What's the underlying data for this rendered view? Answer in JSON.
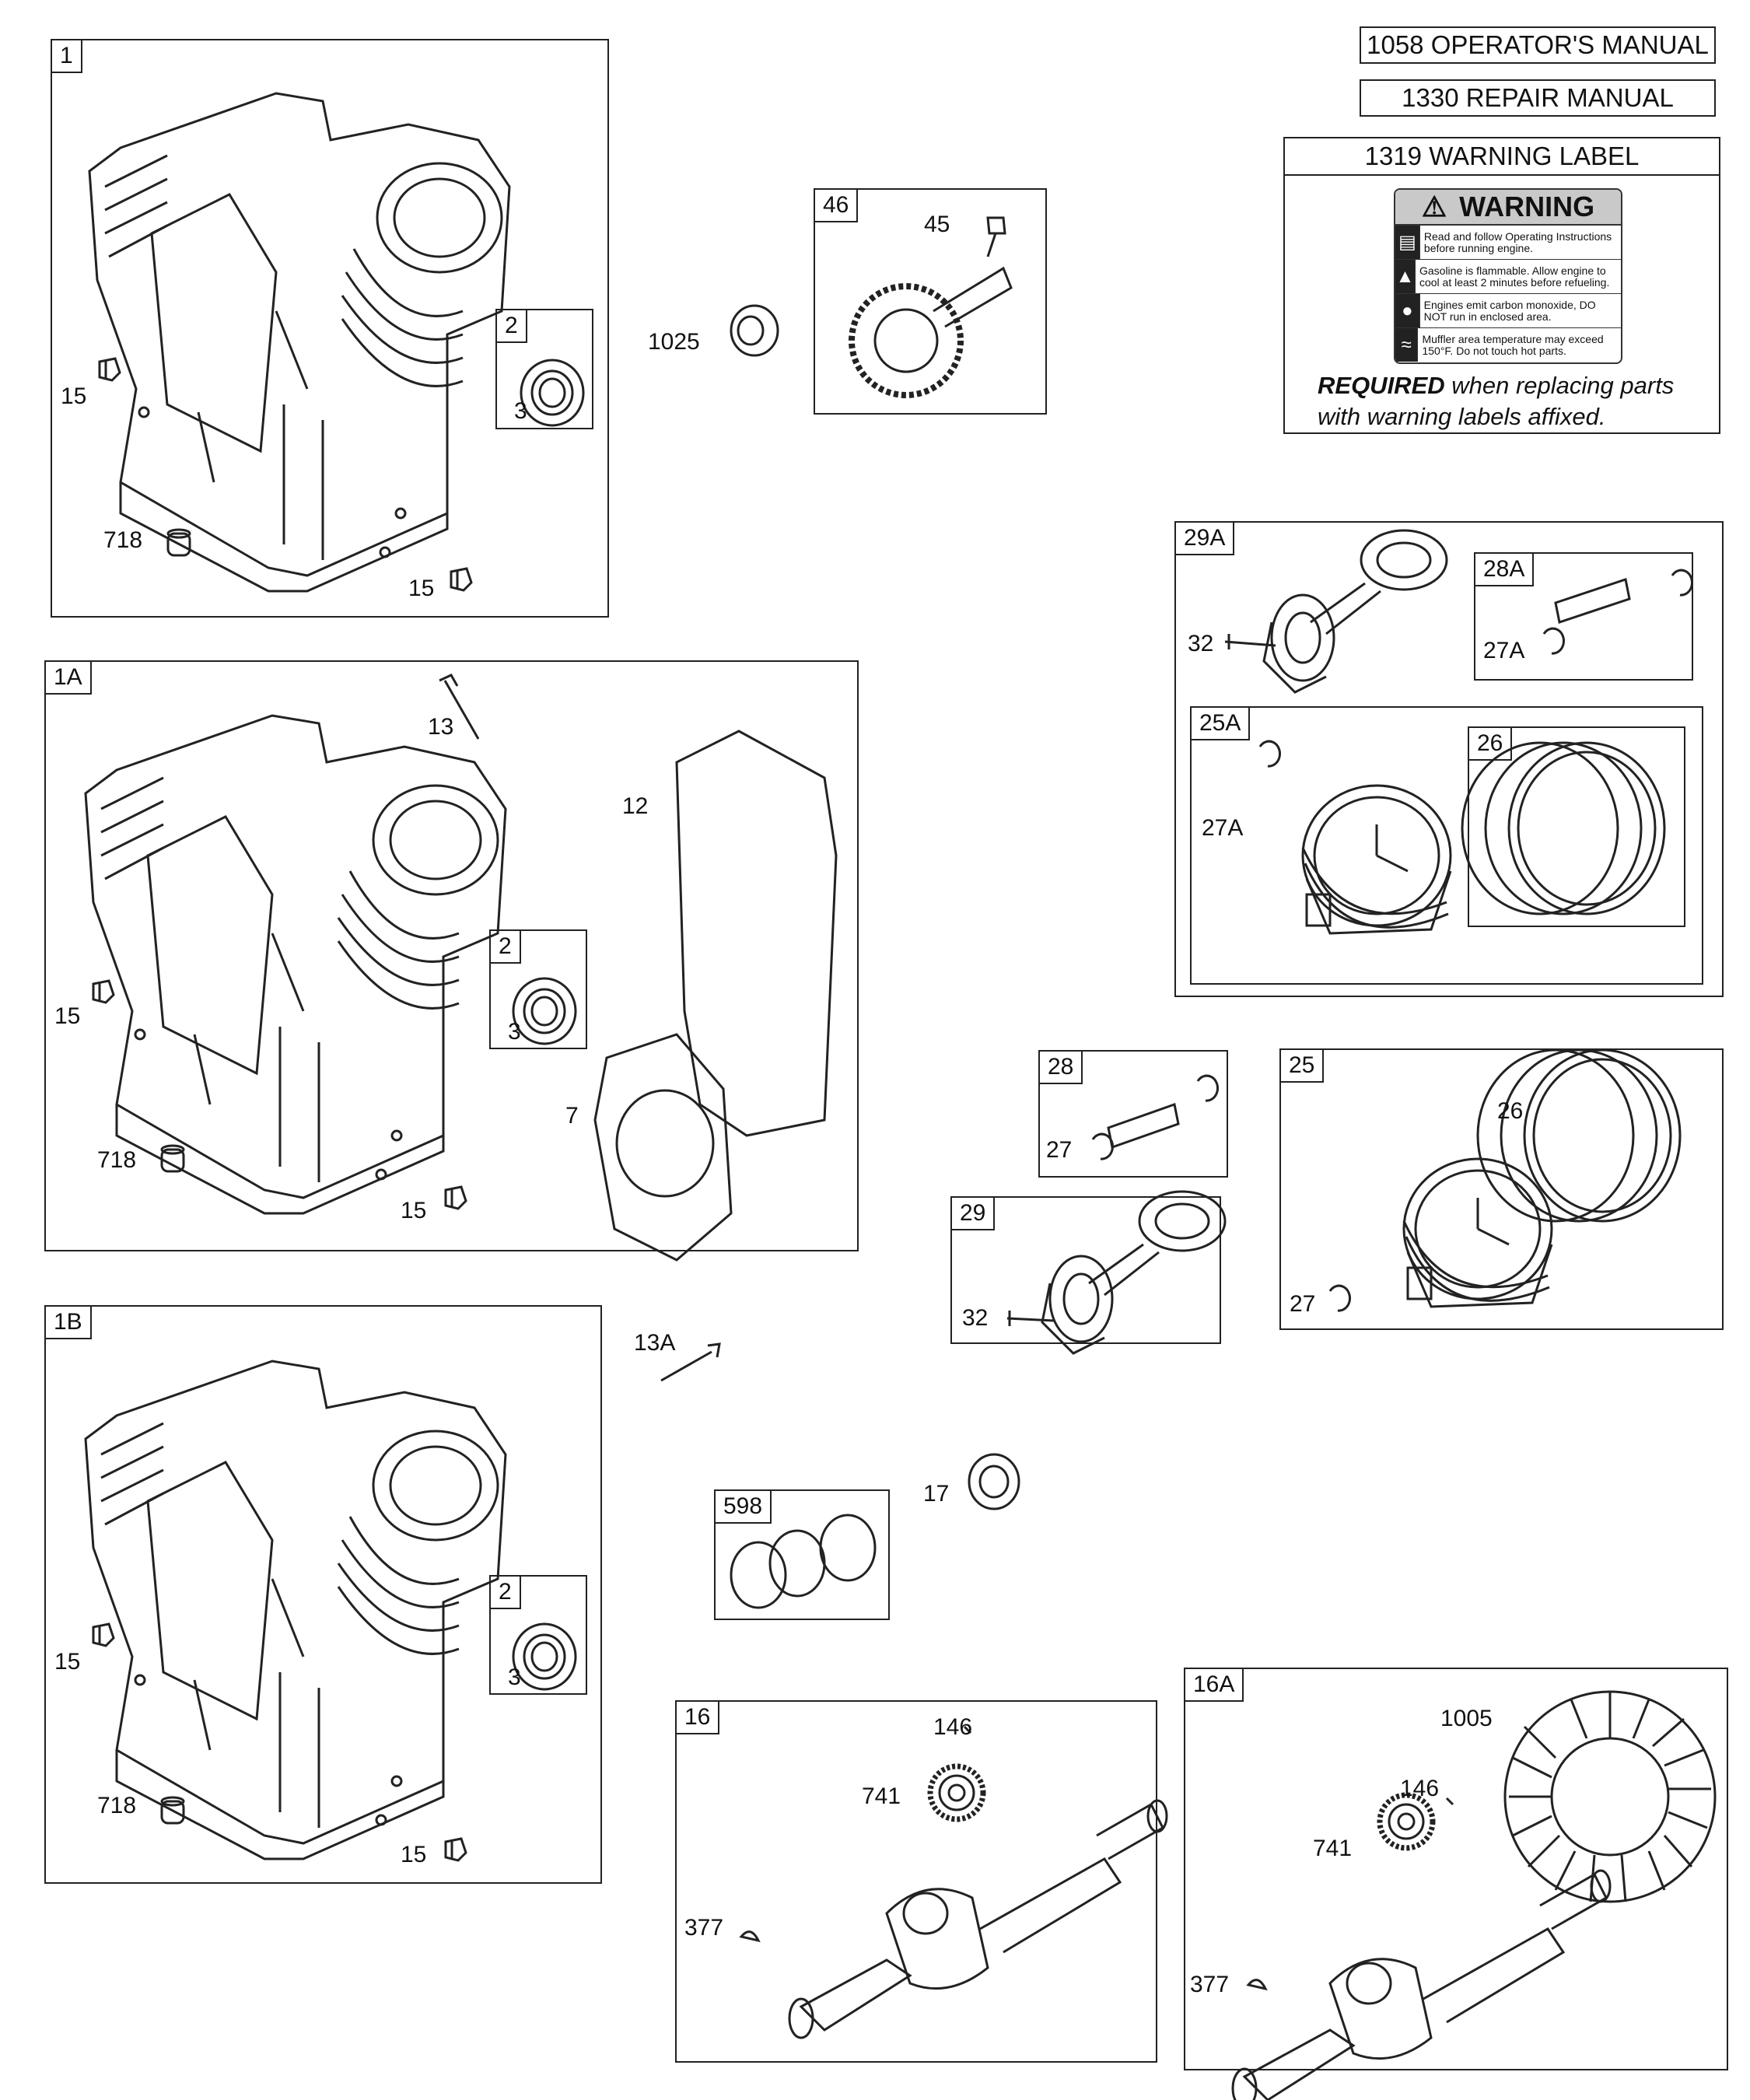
{
  "manuals": {
    "operators": "1058 OPERATOR'S MANUAL",
    "repair": "1330 REPAIR MANUAL"
  },
  "warning": {
    "header": "1319 WARNING LABEL",
    "title": "WARNING",
    "lines": [
      "Read and follow Operating Instructions before running engine.",
      "Gasoline is flammable. Allow engine to cool at least 2 minutes before refueling.",
      "Engines emit carbon monoxide, DO NOT run in enclosed area.",
      "Muffler area temperature may exceed 150°F. Do not touch hot parts."
    ],
    "required_bold": "REQUIRED",
    "required_rest": " when replacing parts with warning labels affixed."
  },
  "groups": {
    "g1": "1",
    "g1A": "1A",
    "g1B": "1B",
    "g2a": "2",
    "g2b": "2",
    "g2c": "2",
    "g46": "46",
    "g29A": "29A",
    "g28A": "28A",
    "g25A": "25A",
    "g26": "26",
    "g28": "28",
    "g25": "25",
    "g29": "29",
    "g598": "598",
    "g16": "16",
    "g16A": "16A"
  },
  "labels": {
    "p15a": "15",
    "p718a": "718",
    "p15b": "15",
    "p3a": "3",
    "p1025": "1025",
    "p45": "45",
    "p13": "13",
    "p12": "12",
    "p15c": "15",
    "p718b": "718",
    "p15d": "15",
    "p3b": "3",
    "p7": "7",
    "p15e": "15",
    "p718c": "718",
    "p15f": "15",
    "p3c": "3",
    "p13A": "13A",
    "p17": "17",
    "p32a": "32",
    "p27Aa": "27A",
    "p27Ab": "27A",
    "p27a": "27",
    "p26": "26",
    "p27b": "27",
    "p32b": "32",
    "p146a": "146",
    "p741a": "741",
    "p377a": "377",
    "p1005": "1005",
    "p146b": "146",
    "p741b": "741",
    "p377b": "377"
  }
}
